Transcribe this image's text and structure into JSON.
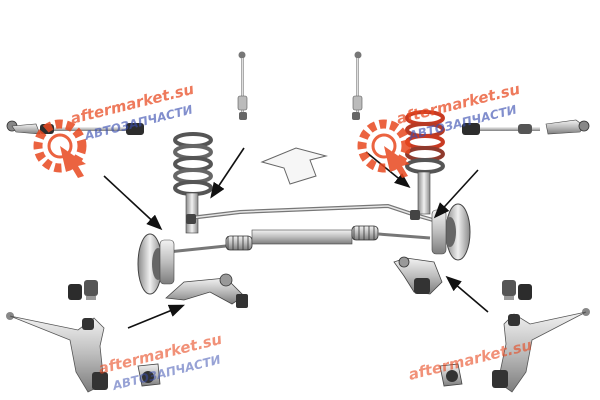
{
  "watermark": {
    "brand": "aftermarket.su",
    "subtitle": "АВТОЗАПЧАСТИ",
    "brand_color": "#e8481f",
    "subtitle_color": "#3a4fb0"
  },
  "colors": {
    "part_dark": "#3a3a3a",
    "part_mid": "#9a9a9a",
    "part_light": "#d8d8d8",
    "spring_highlight": "#d8361b",
    "arrow": "#111111"
  },
  "icons": {
    "direction_arrow": "outline-up-arrow",
    "callout_arrow": "black-pointer-arrow",
    "watermark_logo": "gear-logo"
  }
}
